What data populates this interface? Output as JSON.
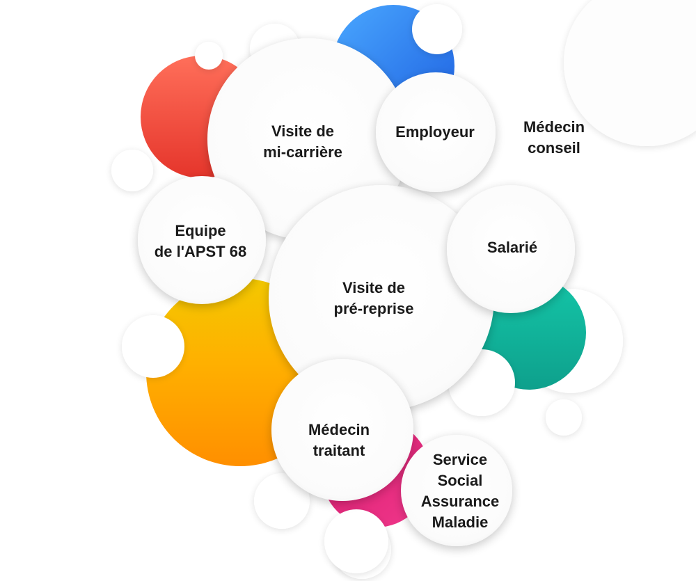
{
  "center": {
    "line1": "Visite de",
    "line2": "pré-reprise"
  },
  "nodes": {
    "mid_career": {
      "line1": "Visite de",
      "line2": "mi-carrière"
    },
    "employer": {
      "line1": "Employeur"
    },
    "medical_advisor": {
      "line1": "Médecin",
      "line2": "conseil"
    },
    "employee": {
      "line1": "Salarié"
    },
    "apst_team": {
      "line1": "Equipe",
      "line2": "de l'APST 68"
    },
    "doctor": {
      "line1": "Médecin",
      "line2": "traitant"
    },
    "social_service": {
      "line1": "Service",
      "line2": "Social",
      "line3": "Assurance",
      "line4": "Maladie"
    }
  },
  "colors": {
    "red": "#ee4a36",
    "blue": "#2c7ff0",
    "green": "#12b8a0",
    "yellow": "#f7c300",
    "orange": "#ff9a00",
    "pink": "#e4207a",
    "bubble": "#ffffff",
    "text": "#1a1a1a"
  }
}
